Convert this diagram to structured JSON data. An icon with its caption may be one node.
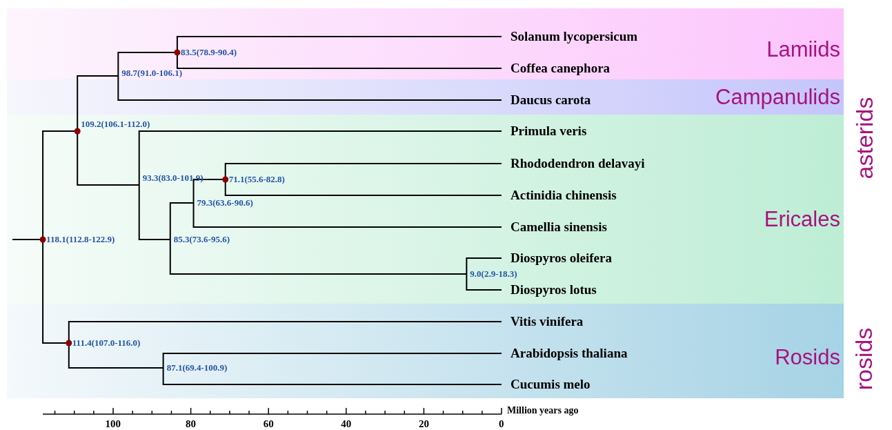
{
  "diagram": {
    "nodes": [
      {
        "text": [
          "Lamiids"
        ]
      },
      {
        "text": [
          "Solanum lycopersicum"
        ],
        "in": 0
      },
      {
        "text": [
          "Coffea canephora"
        ],
        "in": 0
      },
      {
        "text": [
          "Campanulids"
        ]
      },
      {
        "text": [
          "Daucus carota"
        ],
        "in": 3
      },
      {
        "text": [
          "Ericales"
        ]
      },
      {
        "text": [
          "Primula veris"
        ],
        "in": 5
      },
      {
        "text": [
          "Rhododendron delavayi"
        ],
        "in": 5
      },
      {
        "text": [
          "Actinidia chinensis"
        ],
        "in": 5
      },
      {
        "text": [
          "Camellia sinensis"
        ],
        "in": 5
      },
      {
        "text": [
          "Diospyros oleifera"
        ],
        "in": 5
      },
      {
        "text": [
          "Diospyros lotus"
        ],
        "in": 5
      },
      {
        "text": [
          "Rosids"
        ]
      },
      {
        "text": [
          "Vitis vinifera"
        ],
        "in": 12
      },
      {
        "text": [
          "Arabidopsis thaliana"
        ],
        "in": 12
      },
      {
        "text": [
          "Cucumis melo"
        ],
        "in": 12
      },
      {
        "text": [
          "83.5(78.9-90.4)"
        ],
        "in": 0
      },
      {
        "text": [
          "98.7(91.0-106.1)"
        ],
        "in": 0
      },
      {
        "text": [
          "109.2(106.1-112.0)"
        ],
        "in": 5
      },
      {
        "text": [
          "71.1(55.6-82.8)"
        ],
        "in": 5
      },
      {
        "text": [
          "93.3(83.0-101.9)"
        ],
        "in": 5
      },
      {
        "text": [
          "79.3(63.6-90.6)"
        ],
        "in": 5
      },
      {
        "text": [
          "118.1(112.8-122.9)"
        ],
        "in": 5
      },
      {
        "text": [
          "85.3(73.6-95.6)"
        ],
        "in": 5
      },
      {
        "text": [
          "9.0(2.9-18.3)"
        ],
        "in": 5
      },
      {
        "text": [
          "111.4(107.0-116.0)"
        ],
        "in": 12
      },
      {
        "text": [
          "87.1(69.4-100.9)"
        ],
        "in": 12
      }
    ],
    "edges": [
      {
        "from": null,
        "to": 22,
        "arrow": "none"
      },
      {
        "from": 22,
        "to": 18,
        "arrow": "none"
      },
      {
        "from": 22,
        "to": 25,
        "arrow": "none"
      },
      {
        "from": 18,
        "to": 17,
        "arrow": "none"
      },
      {
        "from": 18,
        "to": 20,
        "arrow": "none"
      },
      {
        "from": 17,
        "to": 16,
        "arrow": "none"
      },
      {
        "from": 17,
        "to": 4,
        "arrow": "none"
      },
      {
        "from": 16,
        "to": 1,
        "arrow": "none"
      },
      {
        "from": 16,
        "to": 2,
        "arrow": "none"
      },
      {
        "from": 20,
        "to": 6,
        "arrow": "none"
      },
      {
        "from": 20,
        "to": 23,
        "arrow": "none"
      },
      {
        "from": 23,
        "to": 21,
        "arrow": "none"
      },
      {
        "from": 23,
        "to": 24,
        "arrow": "none"
      },
      {
        "from": 21,
        "to": 19,
        "arrow": "none"
      },
      {
        "from": 21,
        "to": 9,
        "arrow": "none"
      },
      {
        "from": 19,
        "to": 7,
        "arrow": "none"
      },
      {
        "from": 19,
        "to": 8,
        "arrow": "none"
      },
      {
        "from": 24,
        "to": 10,
        "arrow": "none"
      },
      {
        "from": 24,
        "to": 11,
        "arrow": "none"
      },
      {
        "from": 25,
        "to": 13,
        "arrow": "none"
      },
      {
        "from": 25,
        "to": 26,
        "arrow": "none"
      },
      {
        "from": 26,
        "to": 14,
        "arrow": "none"
      },
      {
        "from": 26,
        "to": 15,
        "arrow": "none"
      }
    ],
    "labels": [
      "asterids",
      "rosids",
      "100",
      "80",
      "60",
      "40",
      "20",
      "0",
      "Million years ago"
    ]
  }
}
